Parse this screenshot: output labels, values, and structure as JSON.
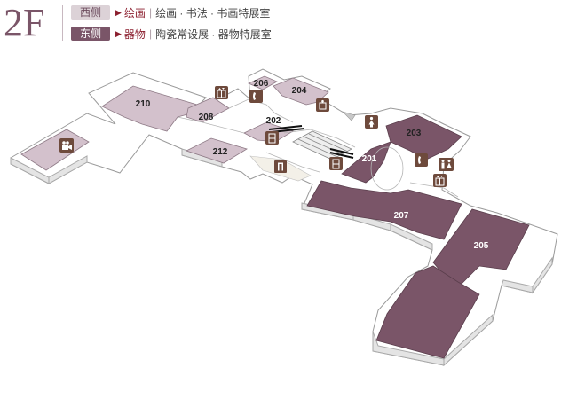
{
  "floor": "2F",
  "legend": [
    {
      "tag": "西侧",
      "category": "绘画",
      "exhibits": "绘画 · 书法 · 书画特展室"
    },
    {
      "tag": "东侧",
      "category": "器物",
      "exhibits": "陶瓷常设展 · 器物特展室"
    }
  ],
  "rooms": {
    "r210": "210",
    "r208": "208",
    "r206": "206",
    "r204": "204",
    "r202": "202",
    "r212": "212",
    "r203": "203",
    "r201": "201",
    "r207": "207",
    "r205": "205"
  },
  "icons": [
    "elevator-icon",
    "phone-icon",
    "info-center-icon",
    "restroom-women-icon",
    "phone-icon",
    "restroom-icon",
    "elevator-icon",
    "locker-icon",
    "emergency-exit-icon",
    "locker-icon",
    "theater-icon"
  ],
  "colors": {
    "brand": "#7a5568",
    "west_room": "#d3c1cc",
    "east_room": "#7a5568",
    "icon_bg": "#6e4a3c"
  }
}
